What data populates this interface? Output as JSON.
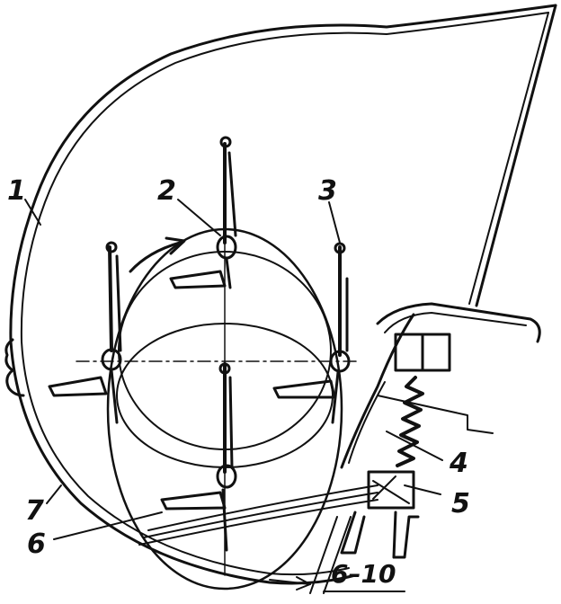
{
  "labels": {
    "l1": "1",
    "l2": "2",
    "l3": "3",
    "l4": "4",
    "l5": "5",
    "l6": "6",
    "l7": "7"
  },
  "dimension": "6–10"
}
